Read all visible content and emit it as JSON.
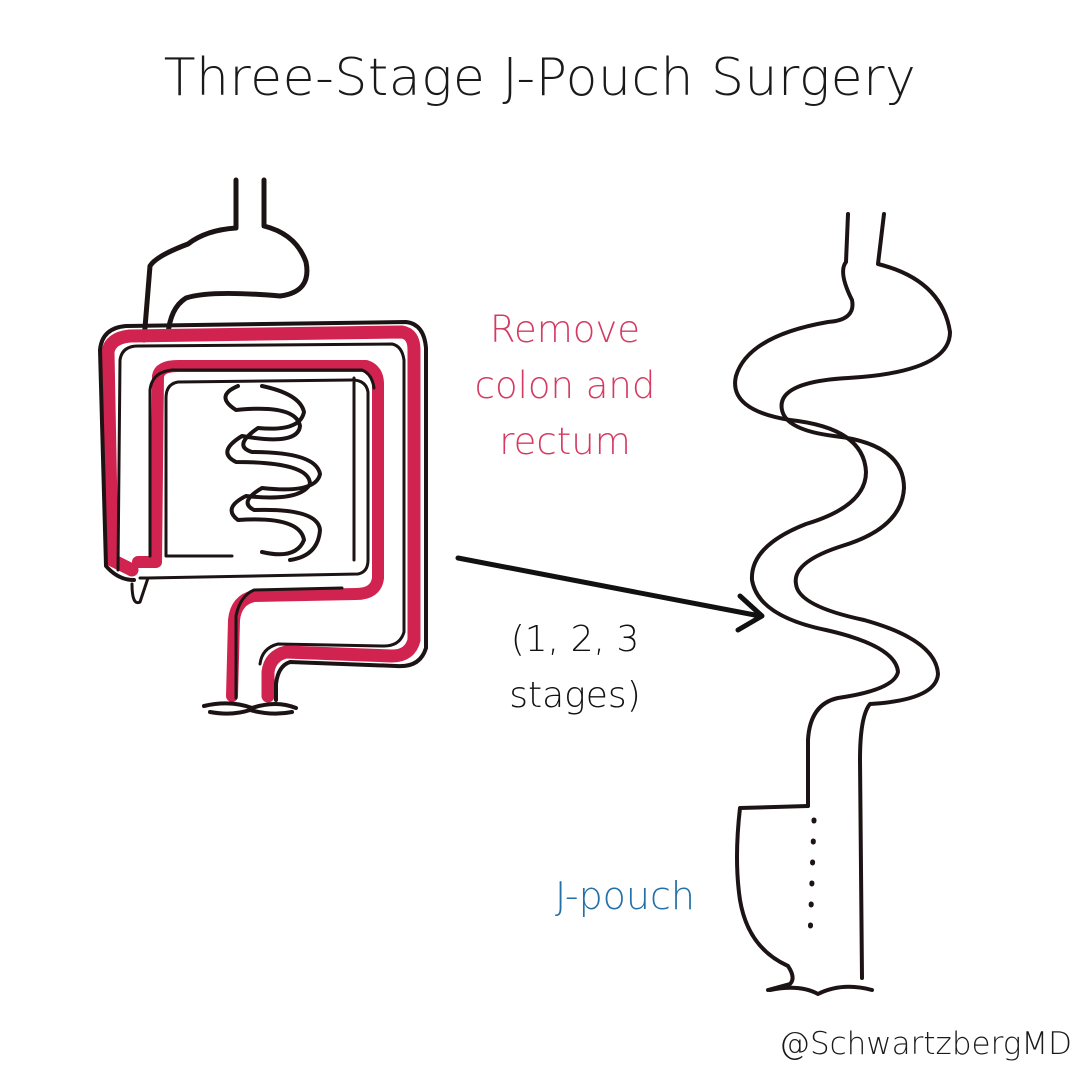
{
  "title": "Three-Stage J-Pouch Surgery",
  "labels": {
    "remove_line1": "Remove",
    "remove_line2": "colon and",
    "remove_line3": "rectum",
    "stages_line1": "(1, 2, 3",
    "stages_line2": "stages)",
    "jpouch": "J-pouch"
  },
  "credit": "@SchwartzbergMD",
  "colors": {
    "outline": "#1c1414",
    "colon_highlight": "#d1234f",
    "remove_text": "#d53b62",
    "jpouch_text": "#2370a8"
  },
  "icons": [
    "arrow-right-icon"
  ]
}
